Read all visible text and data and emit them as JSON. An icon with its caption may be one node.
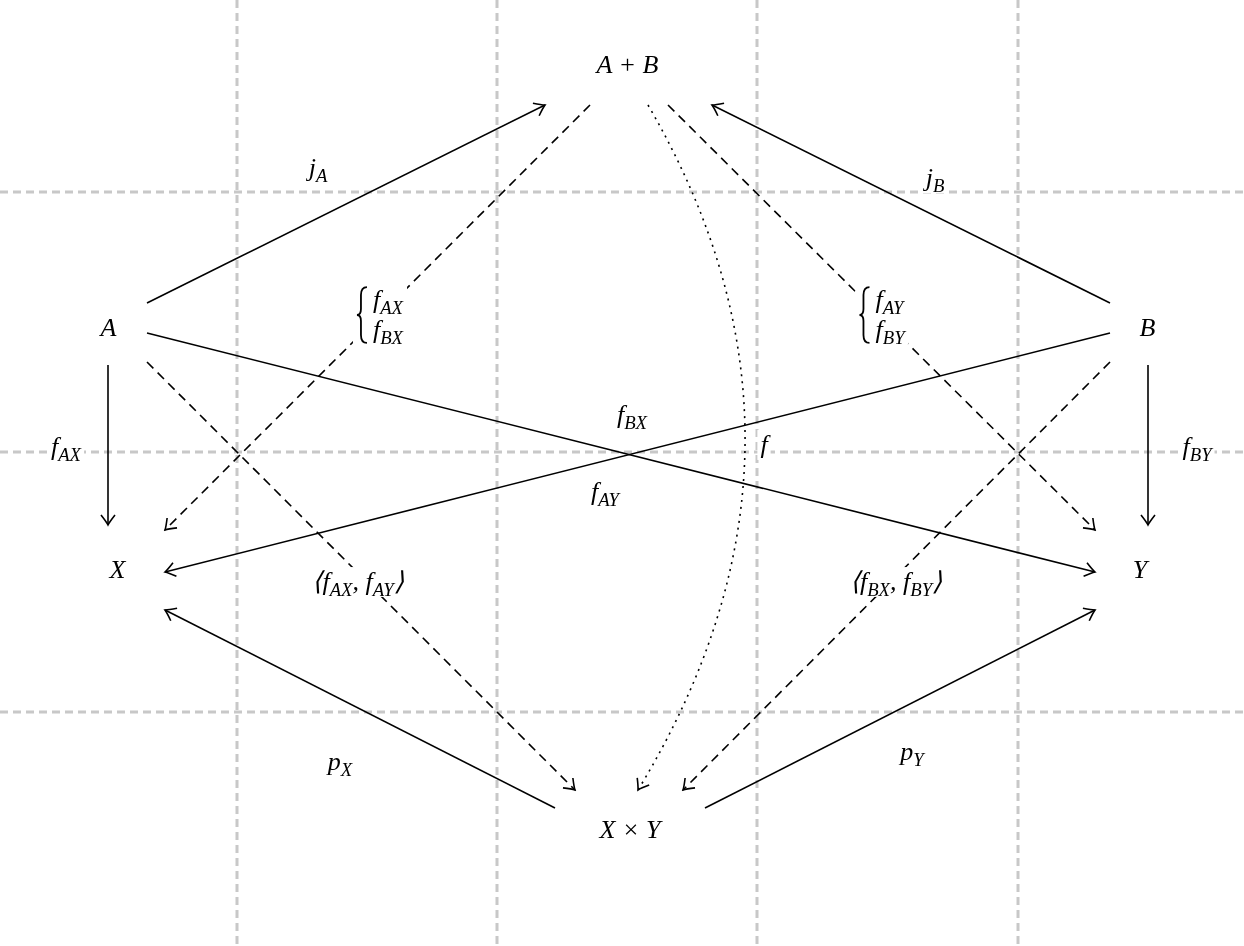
{
  "diagram": {
    "nodes": [
      {
        "text": [
          "A + B"
        ]
      },
      {
        "text": [
          "A"
        ]
      },
      {
        "text": [
          "B"
        ]
      },
      {
        "text": [
          "X"
        ]
      },
      {
        "text": [
          "Y"
        ]
      },
      {
        "text": [
          "X × Y"
        ]
      }
    ],
    "edges": [
      {
        "from": 1,
        "to": 0,
        "arrow": "to",
        "label": "j$_{A}$"
      },
      {
        "from": 2,
        "to": 0,
        "arrow": "to",
        "label": "j$_{B}$"
      },
      {
        "from": 1,
        "to": 3,
        "arrow": "to",
        "label": "f$_{AX}$"
      },
      {
        "from": 2,
        "to": 4,
        "arrow": "to",
        "label": "f$_{BY}$"
      },
      {
        "from": 5,
        "to": 3,
        "arrow": "to",
        "label": "p$_{X}$"
      },
      {
        "from": 5,
        "to": 4,
        "arrow": "to",
        "label": "p$_{Y}$"
      },
      {
        "from": 1,
        "to": 4,
        "arrow": "to",
        "label": "f$_{AY}$"
      },
      {
        "from": 2,
        "to": 3,
        "arrow": "to",
        "label": "f$_{BX}$"
      },
      {
        "from": 0,
        "to": 3,
        "arrow": "to",
        "label": "f$_{AX}$ f$_{BX}$",
        "style": "dashed"
      },
      {
        "from": 0,
        "to": 4,
        "arrow": "to",
        "label": "f$_{AY}$ f$_{BY}$",
        "style": "dashed"
      },
      {
        "from": 1,
        "to": 5,
        "arrow": "to",
        "label": "⟨f$_{AX}$, f$_{AY}$⟩",
        "style": "dashed"
      },
      {
        "from": 2,
        "to": 5,
        "arrow": "to",
        "label": "⟨f$_{BX}$, f$_{BY}$⟩",
        "style": "dashed"
      },
      {
        "from": 0,
        "to": 5,
        "arrow": "to",
        "label": "f",
        "style": "dashed"
      }
    ]
  }
}
